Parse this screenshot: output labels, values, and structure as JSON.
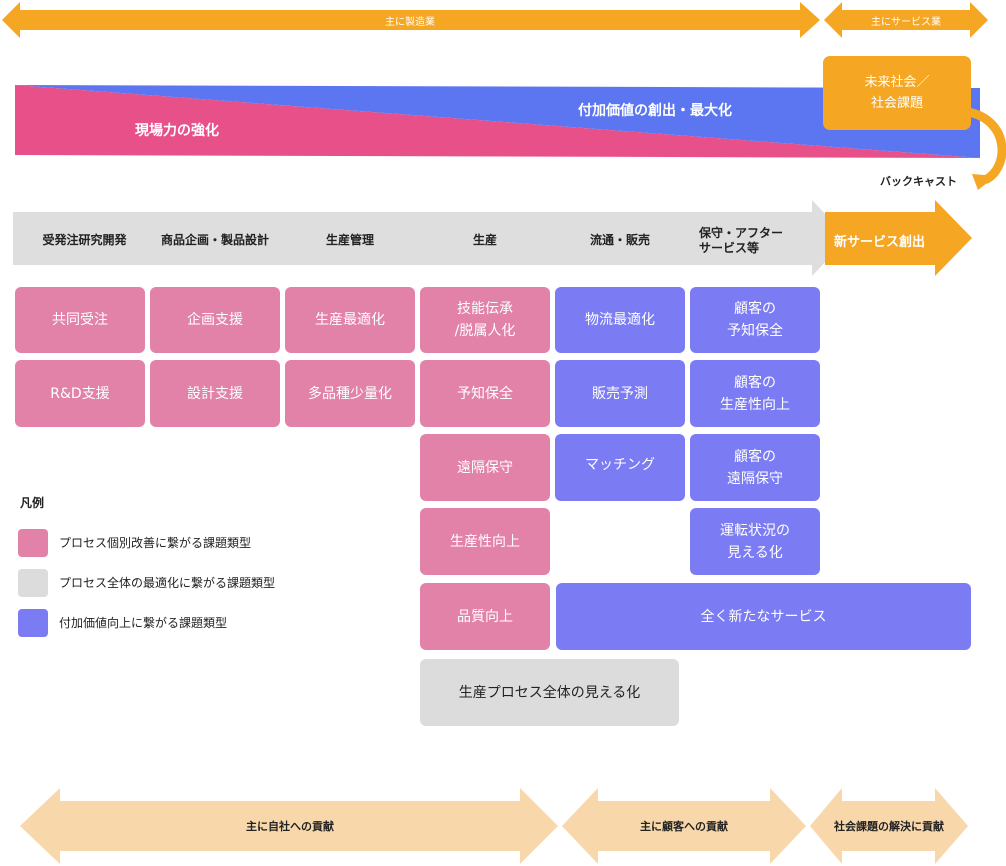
{
  "top_bands": {
    "manufacturing": "主に製造業",
    "service": "主にサービス業"
  },
  "wedge": {
    "pink_label": "現場力の強化",
    "blue_label": "付加価値の創出・最大化"
  },
  "future_box": "未来社会／\n社会課題",
  "backcast_label": "バックキャスト",
  "stages": [
    "受発注研究開発",
    "商品企画・製品設計",
    "生産管理",
    "生産",
    "流通・販売",
    "保守・アフター\nサービス等"
  ],
  "new_service": "新サービス創出",
  "boxes": {
    "c1": [
      "共同受注",
      "R&D支援"
    ],
    "c2": [
      "企画支援",
      "設計支援"
    ],
    "c3": [
      "生産最適化",
      "多品種少量化"
    ],
    "c4": [
      "技能伝承\n/脱属人化",
      "予知保全",
      "遠隔保守",
      "生産性向上",
      "品質向上"
    ],
    "c5": [
      "物流最適化",
      "販売予測",
      "マッチング"
    ],
    "c6": [
      "顧客の\n予知保全",
      "顧客の\n生産性向上",
      "顧客の\n遠隔保守",
      "運転状況の\n見える化"
    ],
    "wide_blue": "全く新たなサービス",
    "wide_gray": "生産プロセス全体の見える化"
  },
  "legend": {
    "title": "凡例",
    "items": [
      {
        "label": "プロセス個別改善に繋がる課題類型",
        "color": "#e282a9"
      },
      {
        "label": "プロセス全体の最適化に繋がる課題類型",
        "color": "#dcdcdc"
      },
      {
        "label": "付加価値向上に繋がる課題類型",
        "color": "#7b7bf4"
      }
    ]
  },
  "bottom": {
    "self": "主に自社への貢献",
    "customer": "主に顧客への貢献",
    "society": "社会課題の解決に貢献"
  },
  "colors": {
    "orange": "#f5a623",
    "pink": "#e282a9",
    "wedge_pink": "#e8508a",
    "blue": "#7b7bf4",
    "wedge_blue": "#5b76f0",
    "gray": "#dcdcdc",
    "peach": "#f8d7ab"
  }
}
